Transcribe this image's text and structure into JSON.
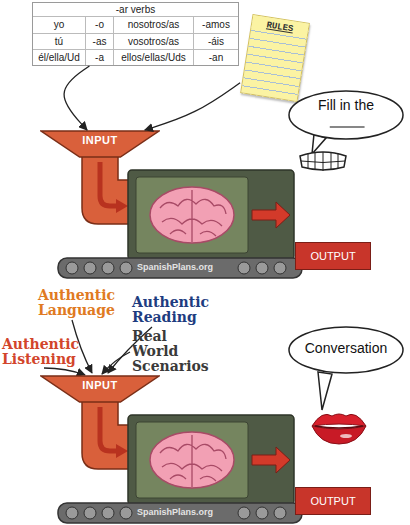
{
  "diagram": {
    "nodes": [
      {
        "text": [
          "-ar verbs"
        ]
      },
      {
        "text": [
          "RULES"
        ]
      },
      {
        "text": [
          "INPUT"
        ]
      },
      {
        "text": [
          "Fill in the"
        ]
      },
      {
        "text": [
          "OUTPUT"
        ]
      },
      {
        "text": [
          "INPUT"
        ]
      },
      {
        "text": [
          "Conversation"
        ]
      },
      {
        "text": [
          "OUTPUT"
        ]
      }
    ],
    "edges": [
      {
        "from": 0,
        "to": 2,
        "arrow": "to"
      },
      {
        "from": 1,
        "to": 2,
        "arrow": "to"
      }
    ],
    "labels": [
      "yo",
      "-o",
      "nosotros/as",
      "-amos",
      "tú",
      "-as",
      "vosotros/as",
      "-áis",
      "él/ella/Ud",
      "-a",
      "ellos/ellas/Uds",
      "-an",
      "SpanishPlans.org",
      "Authentic Language",
      "Authentic Reading",
      "Authentic Listening",
      "Real World Scenarios",
      "SpanishPlans.org"
    ]
  }
}
